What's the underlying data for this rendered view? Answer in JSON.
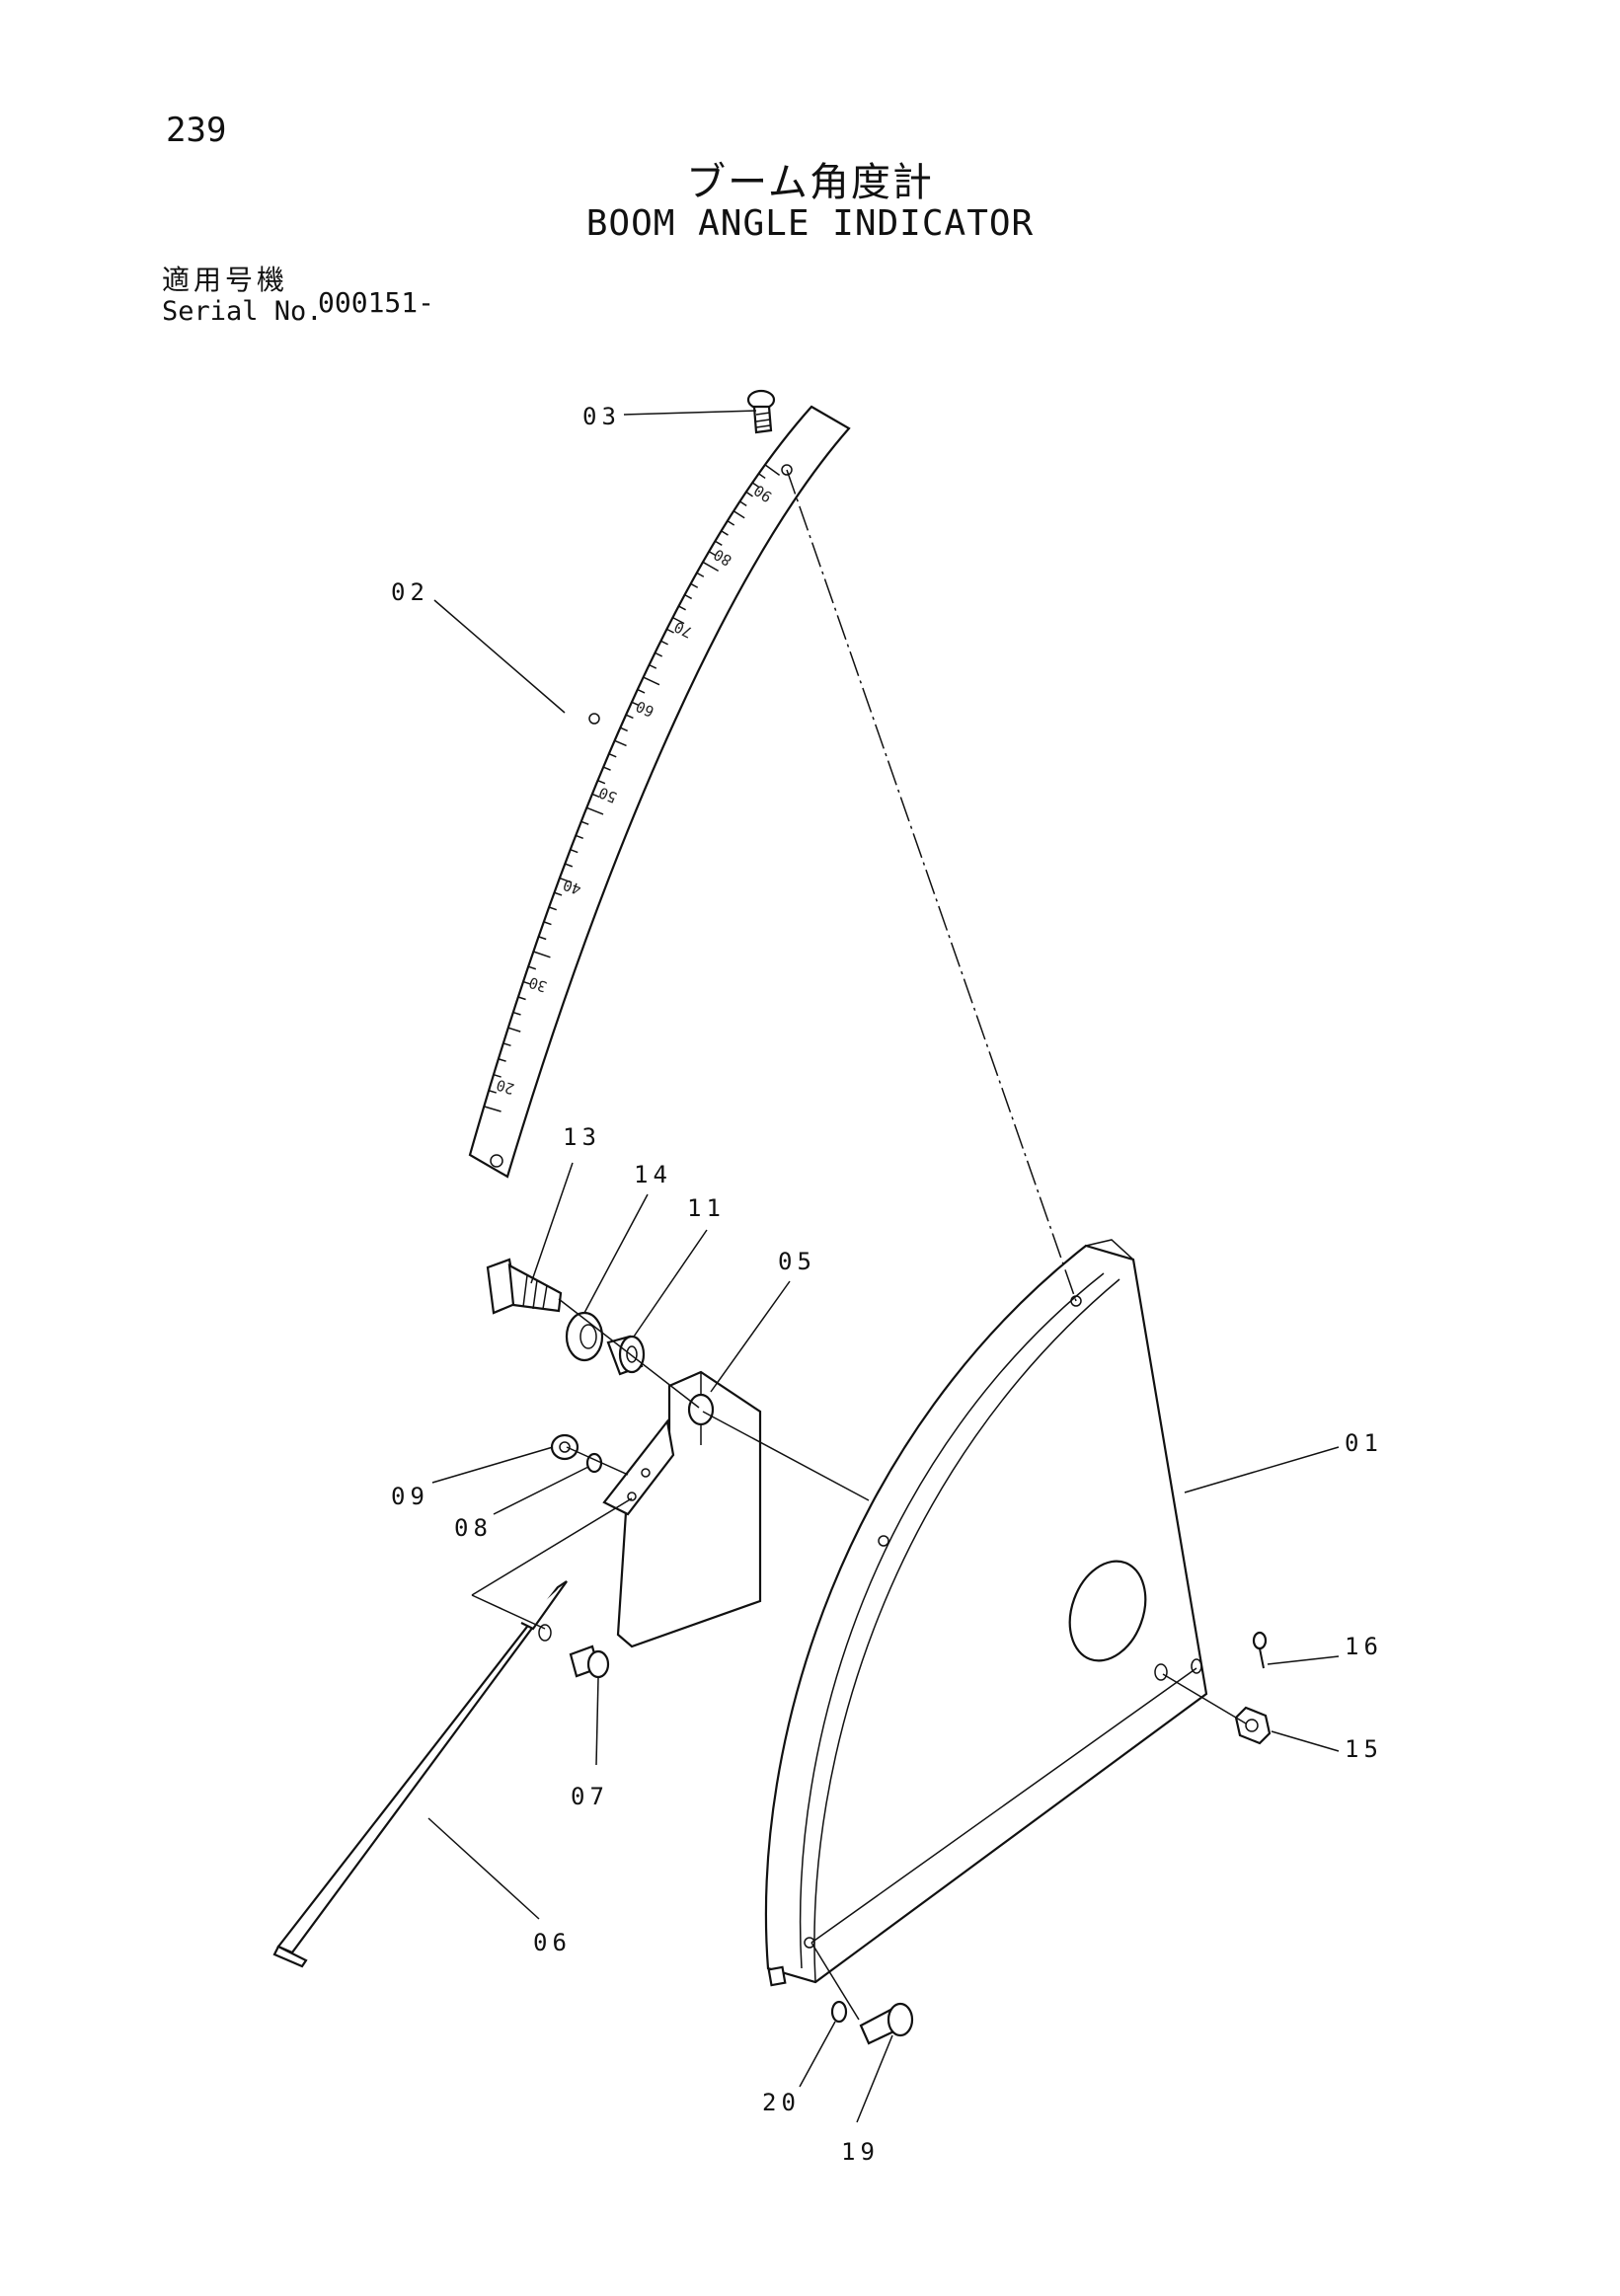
{
  "header": {
    "page_number": "239",
    "title_jp": "ブーム角度計",
    "title_en": "BOOM ANGLE INDICATOR",
    "serial_label_jp": "適用号機",
    "serial_label_en": "Serial No.",
    "serial_value": "000151-"
  },
  "scale": {
    "marks": [
      "90",
      "80",
      "70",
      "60",
      "50",
      "40",
      "30",
      "20"
    ]
  },
  "callouts": {
    "c01": "01",
    "c02": "02",
    "c03": "03",
    "c05": "05",
    "c06": "06",
    "c07": "07",
    "c08": "08",
    "c09": "09",
    "c11": "11",
    "c13": "13",
    "c14": "14",
    "c15": "15",
    "c16": "16",
    "c19": "19",
    "c20": "20"
  }
}
